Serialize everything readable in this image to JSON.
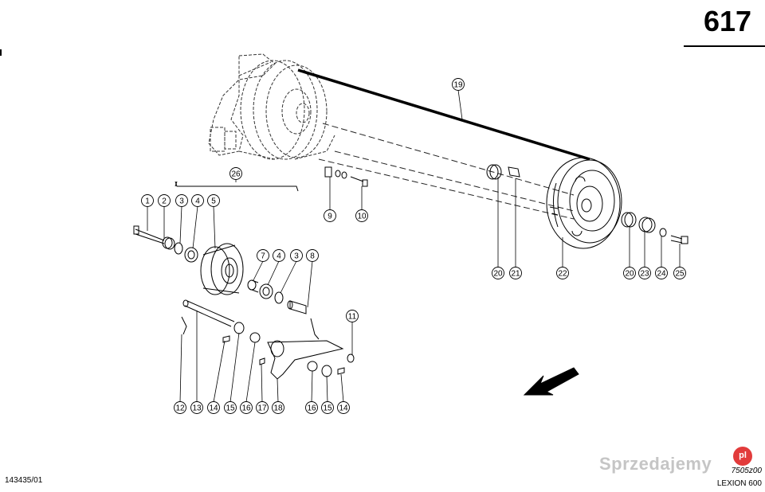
{
  "header": {
    "page_number": "617"
  },
  "footer": {
    "doc_number": "143435/01",
    "drawing_id": "7505z00",
    "model": "LEXION 600"
  },
  "watermark": {
    "text": "Sprzedajemy",
    "badge": "pl"
  },
  "callouts": [
    {
      "label": "1"
    },
    {
      "label": "2"
    },
    {
      "label": "3"
    },
    {
      "label": "4"
    },
    {
      "label": "5"
    },
    {
      "label": "7"
    },
    {
      "label": "4"
    },
    {
      "label": "3"
    },
    {
      "label": "8"
    },
    {
      "label": "9"
    },
    {
      "label": "10"
    },
    {
      "label": "11"
    },
    {
      "label": "12"
    },
    {
      "label": "13"
    },
    {
      "label": "14"
    },
    {
      "label": "15"
    },
    {
      "label": "16"
    },
    {
      "label": "17"
    },
    {
      "label": "18"
    },
    {
      "label": "16"
    },
    {
      "label": "15"
    },
    {
      "label": "14"
    },
    {
      "label": "19"
    },
    {
      "label": "20"
    },
    {
      "label": "21"
    },
    {
      "label": "22"
    },
    {
      "label": "20"
    },
    {
      "label": "23"
    },
    {
      "label": "24"
    },
    {
      "label": "25"
    },
    {
      "label": "26"
    }
  ],
  "colors": {
    "ink": "#000000",
    "background": "#ffffff",
    "watermark_badge": "#e23b3b"
  }
}
